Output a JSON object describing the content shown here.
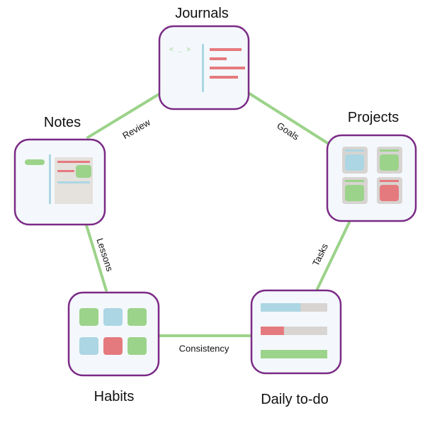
{
  "diagram": {
    "colors": {
      "node_border": "#7b2a86",
      "node_fill": "#f4f8fc",
      "edge": "#9cd38a",
      "green": "#9cd38a",
      "blue": "#acd6e3",
      "red": "#e57a7e",
      "gray": "#d8d4d2"
    },
    "nodes": {
      "journals": {
        "label": "Journals",
        "icon": "code-editor-icon"
      },
      "projects": {
        "label": "Projects",
        "icon": "kanban-cards-icon"
      },
      "daily_todo": {
        "label": "Daily to-do",
        "icon": "progress-bars-icon"
      },
      "habits": {
        "label": "Habits",
        "icon": "habit-grid-icon"
      },
      "notes": {
        "label": "Notes",
        "icon": "note-document-icon"
      }
    },
    "edges": {
      "review": {
        "label": "Review",
        "from": "Notes",
        "to": "Journals"
      },
      "goals": {
        "label": "Goals",
        "from": "Journals",
        "to": "Projects"
      },
      "tasks": {
        "label": "Tasks",
        "from": "Projects",
        "to": "Daily to-do"
      },
      "consistency": {
        "label": "Consistency",
        "from": "Daily to-do",
        "to": "Habits"
      },
      "lessons": {
        "label": "Lessons",
        "from": "Habits",
        "to": "Notes"
      }
    },
    "journals_icon_text": "< _ >",
    "daily_todo_progress": [
      0.6,
      0.35,
      1.0
    ]
  }
}
